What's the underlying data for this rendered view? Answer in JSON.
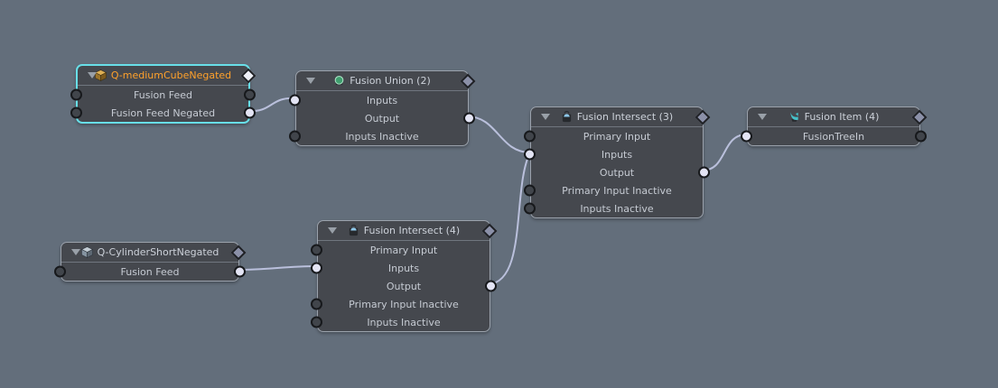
{
  "app": {
    "view": "schematic-node-graph",
    "colors": {
      "background": "#636e7b",
      "node_body": "#45484e",
      "node_border": "#9ba2ac",
      "selected_border": "#68dfe8",
      "selected_title": "#ffa12b",
      "title_text": "#ccd1d9",
      "row_text": "#c6cbd3",
      "wire": "#bac0dc",
      "port_connected": "#e3e4f4",
      "port_disconnected": "#41454b"
    }
  },
  "nodes": [
    {
      "title": "Q-mediumCubeNegated",
      "icon": "mesh-cube-gold-icon",
      "selected": true,
      "rows": [
        {
          "label": "Fusion Feed",
          "left_port": "disconnected",
          "right_port": "disconnected"
        },
        {
          "label": "Fusion Feed Negated",
          "left_port": "disconnected",
          "right_port": "connected"
        }
      ]
    },
    {
      "title": "Fusion Union (2)",
      "icon": "boolean-union-icon",
      "selected": false,
      "rows": [
        {
          "label": "Inputs",
          "left_port": "connected",
          "right_port": "none"
        },
        {
          "label": "Output",
          "left_port": "none",
          "right_port": "connected"
        },
        {
          "label": "Inputs Inactive",
          "left_port": "disconnected",
          "right_port": "none"
        }
      ]
    },
    {
      "title": "Fusion Intersect (3)",
      "icon": "boolean-intersect-icon",
      "selected": false,
      "rows": [
        {
          "label": "Primary Input",
          "left_port": "disconnected",
          "right_port": "none"
        },
        {
          "label": "Inputs",
          "left_port": "connected",
          "right_port": "none"
        },
        {
          "label": "Output",
          "left_port": "none",
          "right_port": "connected"
        },
        {
          "label": "Primary Input Inactive",
          "left_port": "disconnected",
          "right_port": "none"
        },
        {
          "label": "Inputs Inactive",
          "left_port": "disconnected",
          "right_port": "none"
        }
      ]
    },
    {
      "title": "Fusion Item (4)",
      "icon": "fusion-item-icon",
      "selected": false,
      "rows": [
        {
          "label": "FusionTreeIn",
          "left_port": "connected",
          "right_port": "disconnected"
        }
      ]
    },
    {
      "title": "Q-CylinderShortNegated",
      "icon": "mesh-cube-gray-icon",
      "selected": false,
      "rows": [
        {
          "label": "Fusion Feed",
          "left_port": "disconnected",
          "right_port": "connected"
        }
      ]
    },
    {
      "title": "Fusion Intersect (4)",
      "icon": "boolean-intersect-icon",
      "selected": false,
      "rows": [
        {
          "label": "Primary Input",
          "left_port": "disconnected",
          "right_port": "none"
        },
        {
          "label": "Inputs",
          "left_port": "connected",
          "right_port": "none"
        },
        {
          "label": "Output",
          "left_port": "none",
          "right_port": "connected"
        },
        {
          "label": "Primary Input Inactive",
          "left_port": "disconnected",
          "right_port": "none"
        },
        {
          "label": "Inputs Inactive",
          "left_port": "disconnected",
          "right_port": "none"
        }
      ]
    }
  ],
  "connections": [
    {
      "from": "Q-mediumCubeNegated.Fusion Feed Negated",
      "to": "Fusion Union (2).Inputs"
    },
    {
      "from": "Fusion Union (2).Output",
      "to": "Fusion Intersect (3).Inputs"
    },
    {
      "from": "Fusion Intersect (4).Output",
      "to": "Fusion Intersect (3).Inputs"
    },
    {
      "from": "Fusion Intersect (3).Output",
      "to": "Fusion Item (4).FusionTreeIn"
    },
    {
      "from": "Q-CylinderShortNegated.Fusion Feed",
      "to": "Fusion Intersect (4).Inputs"
    }
  ]
}
